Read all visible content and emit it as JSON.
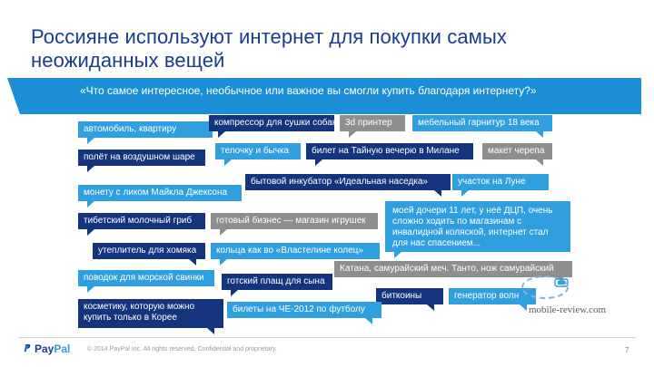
{
  "title": "Россияне используют интернет для покупки самых неожиданных вещей",
  "question": "«Что самое интересное, необычное или важное вы смогли купить благодаря интернету?»",
  "bubbles": {
    "b1": "автомобиль, квартиру",
    "b2": "компрессор для сушки собак",
    "b3": "3d принтер",
    "b4": "мебельный гарнитур 18 века",
    "b5": "полёт на воздушном шаре",
    "b6": "телочку и бычка",
    "b7": "билет на Тайную вечерю в Милане",
    "b8": "макет черепа",
    "b9": "монету с ликом Майкла Джексона",
    "b10": "бытовой инкубатор «Идеальная наседка»",
    "b11": "участок на Луне",
    "b12": "тибетский молочный гриб",
    "b13": "готовый бизнес — магазин игрушек",
    "b14": "моей дочери 11 лет, у неё ДЦП, очень сложно ходить по магазинам с инвалидной коляской, интернет стал для нас спасением...",
    "b15": "утеплитель для хомяка",
    "b16": "кольца как во «Властелине колец»",
    "b17": "Катана, самурайский меч. Танто, нож самурайский",
    "b18": "поводок для морской свинки",
    "b19": "готский плащ для сына",
    "b20": "биткоины",
    "b21": "генератор волн",
    "b22": "косметику, которую можно купить только в Корее",
    "b23": "билеты на ЧЕ-2012 по футболу"
  },
  "watermark": "mobile-review.com",
  "footer": {
    "logo_pay": "Pay",
    "logo_pal": "Pal",
    "copyright": "© 2014 PayPal Inc. All rights reserved. Confidential and proprietary.",
    "page": "7"
  },
  "colors": {
    "navy": "#14357e",
    "light_blue": "#2f9fe0",
    "grey": "#8e8e8e",
    "title": "#1a3c8f"
  }
}
